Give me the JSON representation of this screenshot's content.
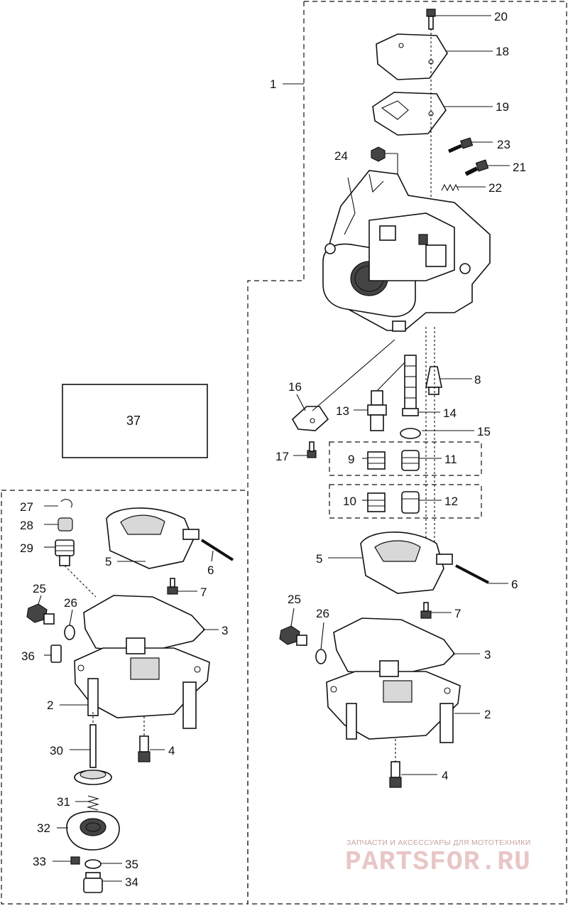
{
  "callouts": {
    "c1": "1",
    "c2a": "2",
    "c2b": "2",
    "c3a": "3",
    "c3b": "3",
    "c4a": "4",
    "c4b": "4",
    "c5a": "5",
    "c5b": "5",
    "c6a": "6",
    "c6b": "6",
    "c7a": "7",
    "c7b": "7",
    "c8": "8",
    "c9": "9",
    "c10": "10",
    "c11": "11",
    "c12": "12",
    "c13": "13",
    "c14": "14",
    "c15": "15",
    "c16": "16",
    "c17": "17",
    "c18": "18",
    "c19": "19",
    "c20": "20",
    "c21": "21",
    "c22": "22",
    "c23": "23",
    "c24": "24",
    "c25a": "25",
    "c25b": "25",
    "c26a": "26",
    "c26b": "26",
    "c27": "27",
    "c28": "28",
    "c29": "29",
    "c30": "30",
    "c31": "31",
    "c32": "32",
    "c33": "33",
    "c34": "34",
    "c35": "35",
    "c36": "36"
  },
  "note_box": {
    "label": "37"
  },
  "watermark": {
    "tagline": "ЗАПЧАСТИ И АКСЕССУАРЫ ДЛЯ МОТОТЕХНИКИ",
    "brand": "PARTSFOR.RU",
    "color": "#e9c6c6"
  }
}
